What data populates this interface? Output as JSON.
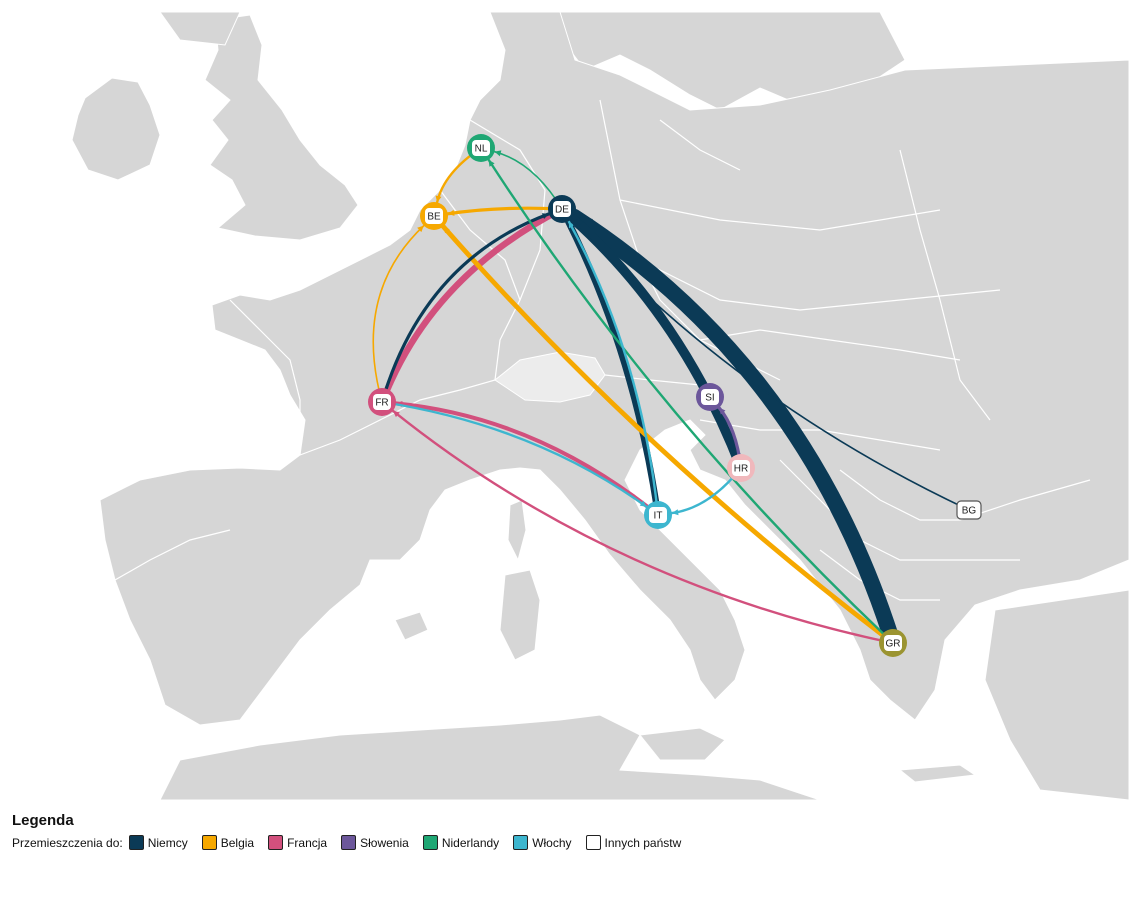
{
  "legend": {
    "title": "Legenda",
    "prefix": "Przemieszczenia do:",
    "items": [
      {
        "key": "DE",
        "label": "Niemcy",
        "color": "#0b3a56"
      },
      {
        "key": "BE",
        "label": "Belgia",
        "color": "#f6a800"
      },
      {
        "key": "FR",
        "label": "Francja",
        "color": "#d2507d"
      },
      {
        "key": "SI",
        "label": "Słowenia",
        "color": "#6c579b"
      },
      {
        "key": "NL",
        "label": "Niderlandy",
        "color": "#1fa774"
      },
      {
        "key": "IT",
        "label": "Włochy",
        "color": "#3db6cf"
      },
      {
        "key": "OTHER",
        "label": "Innych państw",
        "color": "#ffffff"
      }
    ]
  },
  "map": {
    "land_color": "#d6d6d6",
    "highlight_land_color": "#ececec",
    "water_color": "#ffffff",
    "nodes": [
      {
        "id": "NL",
        "label": "NL",
        "ring_color": "#1fa774"
      },
      {
        "id": "DE",
        "label": "DE",
        "ring_color": "#0b3a56"
      },
      {
        "id": "BE",
        "label": "BE",
        "ring_color": "#f6a800"
      },
      {
        "id": "FR",
        "label": "FR",
        "ring_color": "#d2507d"
      },
      {
        "id": "SI",
        "label": "SI",
        "ring_color": "#6c579b"
      },
      {
        "id": "HR",
        "label": "HR",
        "ring_color": "#f0b8bc"
      },
      {
        "id": "IT",
        "label": "IT",
        "ring_color": "#3db6cf"
      },
      {
        "id": "BG",
        "label": "BG",
        "ring_color": "#555555"
      },
      {
        "id": "GR",
        "label": "GR",
        "ring_color": "#9b9431"
      }
    ],
    "flows": [
      {
        "from": "GR",
        "to": "DE",
        "dest": "DE",
        "weight": 10
      },
      {
        "from": "HR",
        "to": "DE",
        "dest": "DE",
        "weight": 6
      },
      {
        "from": "IT",
        "to": "DE",
        "dest": "DE",
        "weight": 4
      },
      {
        "from": "FR",
        "to": "DE",
        "dest": "DE",
        "weight": 2
      },
      {
        "from": "BG",
        "to": "DE",
        "dest": "DE",
        "weight": 1
      },
      {
        "from": "GR",
        "to": "BE",
        "dest": "BE",
        "weight": 3
      },
      {
        "from": "DE",
        "to": "BE",
        "dest": "BE",
        "weight": 2
      },
      {
        "from": "NL",
        "to": "BE",
        "dest": "BE",
        "weight": 1.5
      },
      {
        "from": "FR",
        "to": "BE",
        "dest": "BE",
        "weight": 1
      },
      {
        "from": "DE",
        "to": "FR",
        "dest": "FR",
        "weight": 4
      },
      {
        "from": "IT",
        "to": "FR",
        "dest": "FR",
        "weight": 2.5
      },
      {
        "from": "GR",
        "to": "FR",
        "dest": "FR",
        "weight": 1.5
      },
      {
        "from": "HR",
        "to": "SI",
        "dest": "SI",
        "weight": 2
      },
      {
        "from": "DE",
        "to": "NL",
        "dest": "NL",
        "weight": 1
      },
      {
        "from": "GR",
        "to": "NL",
        "dest": "NL",
        "weight": 1.5
      },
      {
        "from": "FR",
        "to": "IT",
        "dest": "IT",
        "weight": 1.5
      },
      {
        "from": "HR",
        "to": "IT",
        "dest": "IT",
        "weight": 1.5
      },
      {
        "from": "IT",
        "to": "DE",
        "dest": "IT",
        "weight": 1.5
      }
    ]
  }
}
